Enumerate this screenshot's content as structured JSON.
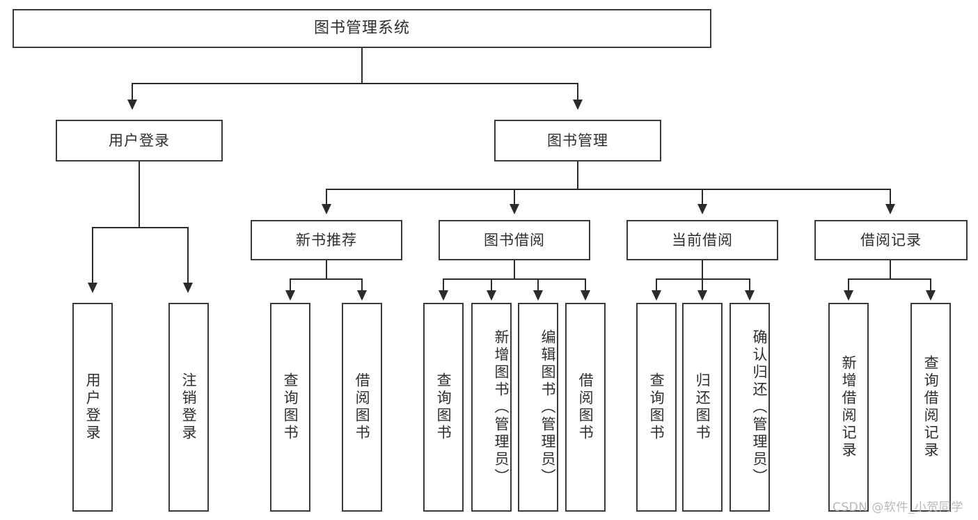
{
  "diagram": {
    "title": "图书管理系统",
    "type": "tree-hierarchy",
    "watermark": "CSDN @软件_小贺同学",
    "levels": {
      "root": {
        "label": "图书管理系统"
      },
      "level2": [
        {
          "id": "user-login",
          "label": "用户登录"
        },
        {
          "id": "book-management",
          "label": "图书管理"
        }
      ],
      "level3": [
        {
          "id": "new-book-recommend",
          "label": "新书推荐"
        },
        {
          "id": "book-borrow",
          "label": "图书借阅"
        },
        {
          "id": "current-borrow",
          "label": "当前借阅"
        },
        {
          "id": "borrow-record",
          "label": "借阅记录"
        }
      ],
      "leaves": {
        "user_login": [
          {
            "id": "leaf-user-login",
            "label": "用户登录"
          },
          {
            "id": "leaf-logout-login",
            "label": "注销登录"
          }
        ],
        "new_book_recommend": [
          {
            "id": "leaf-query-book-1",
            "label": "查询图书"
          },
          {
            "id": "leaf-borrow-book-1",
            "label": "借阅图书"
          }
        ],
        "book_borrow": [
          {
            "id": "leaf-query-book-2",
            "label": "查询图书"
          },
          {
            "id": "leaf-add-book",
            "label": "新增图书（管理员）"
          },
          {
            "id": "leaf-edit-book",
            "label": "编辑图书（管理员）"
          },
          {
            "id": "leaf-borrow-book-2",
            "label": "借阅图书"
          }
        ],
        "current_borrow": [
          {
            "id": "leaf-query-book-3",
            "label": "查询图书"
          },
          {
            "id": "leaf-return-book",
            "label": "归还图书"
          },
          {
            "id": "leaf-confirm-return",
            "label": "确认归还（管理员）"
          }
        ],
        "borrow_record": [
          {
            "id": "leaf-add-borrow-record",
            "label": "新增借阅记录"
          },
          {
            "id": "leaf-query-borrow-record",
            "label": "查询借阅记录"
          }
        ]
      }
    },
    "colors": {
      "box_border": "#3a3a3a",
      "connector": "#2b2b2b",
      "text": "#2e2e2e",
      "background": "#ffffff",
      "watermark": "#b9b9b9"
    }
  }
}
